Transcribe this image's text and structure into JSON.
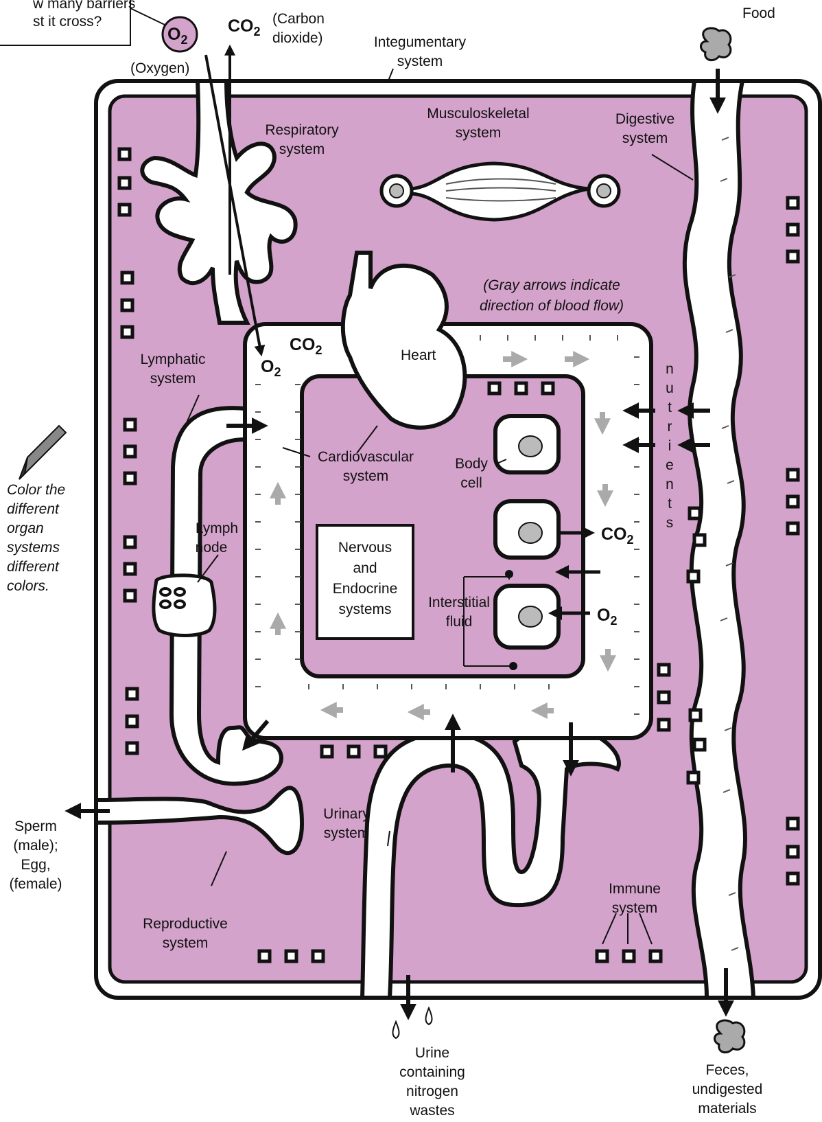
{
  "question_box": {
    "line1": "w many barriers",
    "line2": "st it cross?"
  },
  "oxygen_bubble": {
    "formula": "O",
    "sub": "2",
    "caption": "(Oxygen)"
  },
  "co2_top": {
    "formula": "CO",
    "sub": "2",
    "caption1": "(Carbon",
    "caption2": "dioxide)"
  },
  "food_label": "Food",
  "integumentary": {
    "line1": "Integumentary",
    "line2": "system"
  },
  "respiratory": {
    "line1": "Respiratory",
    "line2": "system"
  },
  "musculoskeletal": {
    "line1": "Musculoskeletal",
    "line2": "system"
  },
  "digestive": {
    "line1": "Digestive",
    "line2": "system"
  },
  "gray_note": {
    "line1": "(Gray arrows indicate",
    "line2": "direction of blood flow)"
  },
  "lymphatic": {
    "line1": "Lymphatic",
    "line2": "system"
  },
  "alveoli_co2": {
    "formula": "CO",
    "sub": "2"
  },
  "alveoli_o2": {
    "formula": "O",
    "sub": "2"
  },
  "heart_label": "Heart",
  "nutrients_letters": [
    "n",
    "u",
    "t",
    "r",
    "i",
    "e",
    "n",
    "t",
    "s"
  ],
  "cardiovascular": {
    "line1": "Cardiovascular",
    "line2": "system"
  },
  "body_cell": {
    "line1": "Body",
    "line2": "cell"
  },
  "lymph_node": {
    "line1": "Lymph",
    "line2": "node"
  },
  "nervous_box": {
    "line1": "Nervous",
    "line2": "and",
    "line3": "Endocrine",
    "line4": "systems"
  },
  "cell_co2": {
    "formula": "CO",
    "sub": "2"
  },
  "cell_o2": {
    "formula": "O",
    "sub": "2"
  },
  "interstitial": {
    "line1": "Interstitial",
    "line2": "fluid"
  },
  "crayon_note": {
    "line1": "Color the",
    "line2": "different",
    "line3": "organ",
    "line4": "systems",
    "line5": "different",
    "line6": "colors."
  },
  "sperm_label": {
    "line1": "Sperm",
    "line2": "(male);",
    "line3": "Egg,",
    "line4": "(female)"
  },
  "urinary": {
    "line1": "Urinary",
    "line2": "system"
  },
  "reproductive": {
    "line1": "Reproductive",
    "line2": "system"
  },
  "immune": {
    "line1": "Immune",
    "line2": "system"
  },
  "urine_label": {
    "line1": "Urine",
    "line2": "containing",
    "line3": "nitrogen",
    "line4": "wastes"
  },
  "feces_label": {
    "line1": "Feces,",
    "line2": "undigested",
    "line3": "materials"
  },
  "colors": {
    "body_fill": "#d4a3cb",
    "outline": "#111111",
    "tube_fill": "#ffffff",
    "gray_arrow": "#aaaaaa"
  }
}
